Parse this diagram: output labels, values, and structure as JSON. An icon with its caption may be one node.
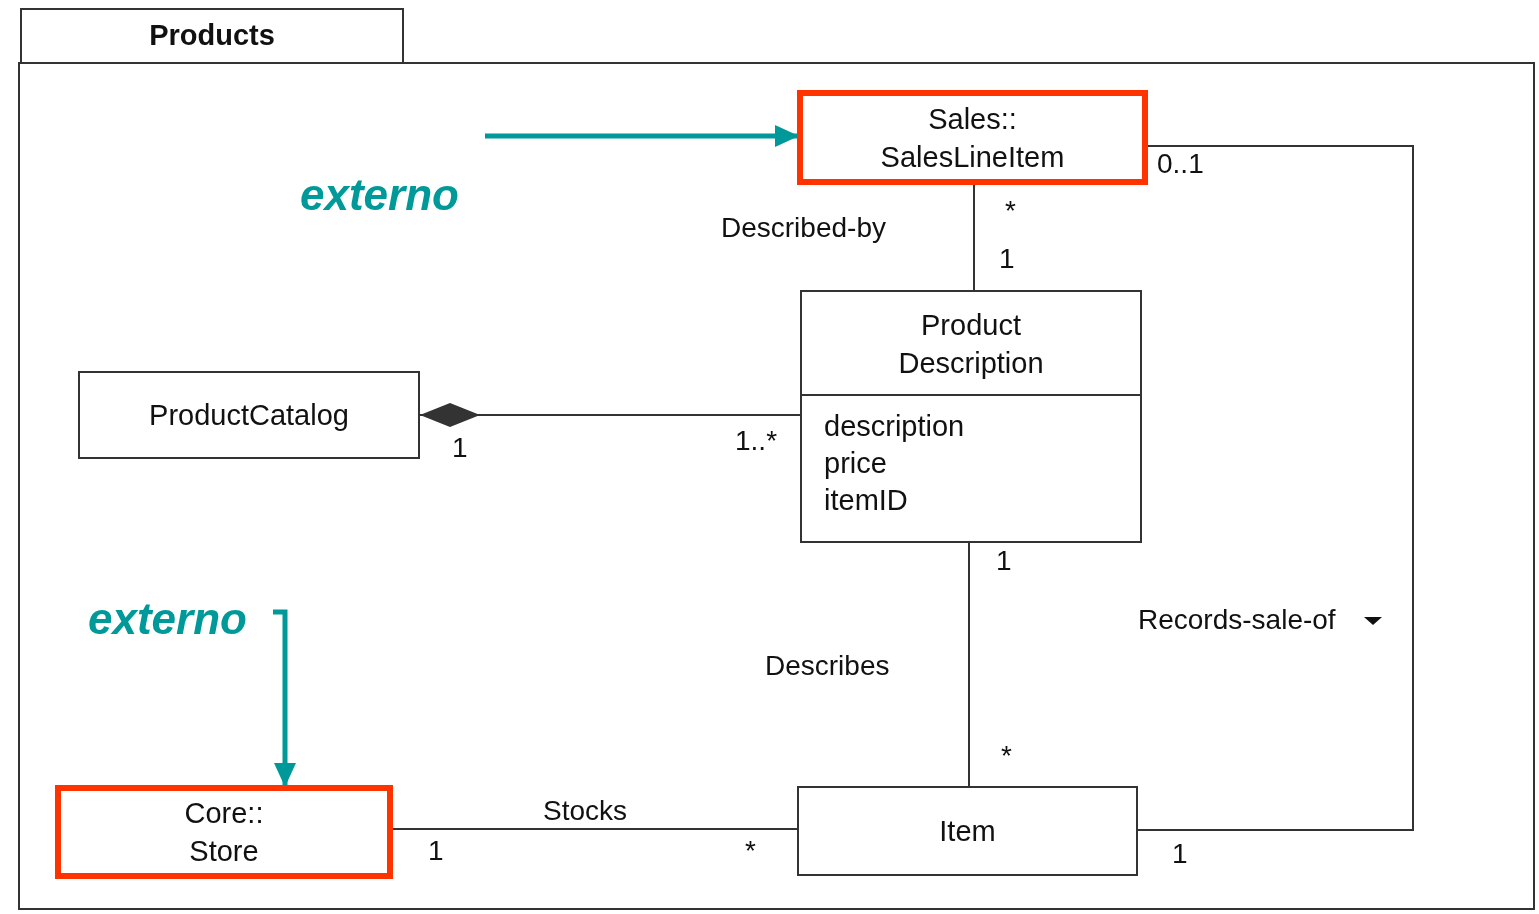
{
  "diagram": {
    "nodes": [
      {
        "text": [
          "Products"
        ]
      },
      {
        "text": [
          "Sales:: SalesLineItem"
        ],
        "in": 0
      },
      {
        "text": [
          "ProductCatalog"
        ],
        "in": 0
      },
      {
        "text": [
          "Product Description",
          "description price itemID"
        ],
        "in": 0
      },
      {
        "text": [
          "Core:: Store"
        ],
        "in": 0
      },
      {
        "text": [
          "Item"
        ],
        "in": 0
      },
      {
        "text": [
          "externo"
        ],
        "in": 0
      },
      {
        "text": [
          "externo"
        ],
        "in": 0
      }
    ],
    "edges": [
      {
        "from": 1,
        "to": 3,
        "arrow": "none",
        "label": "Described-by"
      },
      {
        "from": 2,
        "to": 3,
        "arrow": "other"
      },
      {
        "from": 3,
        "to": 5,
        "arrow": "none",
        "label": "Describes"
      },
      {
        "from": 4,
        "to": 5,
        "arrow": "none",
        "label": "Stocks"
      },
      {
        "from": 5,
        "to": 1,
        "arrow": "none",
        "label": "Records-sale-of"
      },
      {
        "from": 6,
        "to": 1,
        "arrow": "to",
        "color": "#009999",
        "style": "thick"
      },
      {
        "from": 7,
        "to": 4,
        "arrow": "to",
        "color": "#009999",
        "style": "thick"
      }
    ],
    "labels": [
      "0..1",
      "*",
      "1",
      "1",
      "1..*",
      "1",
      "*",
      "1",
      "*",
      "1"
    ]
  }
}
